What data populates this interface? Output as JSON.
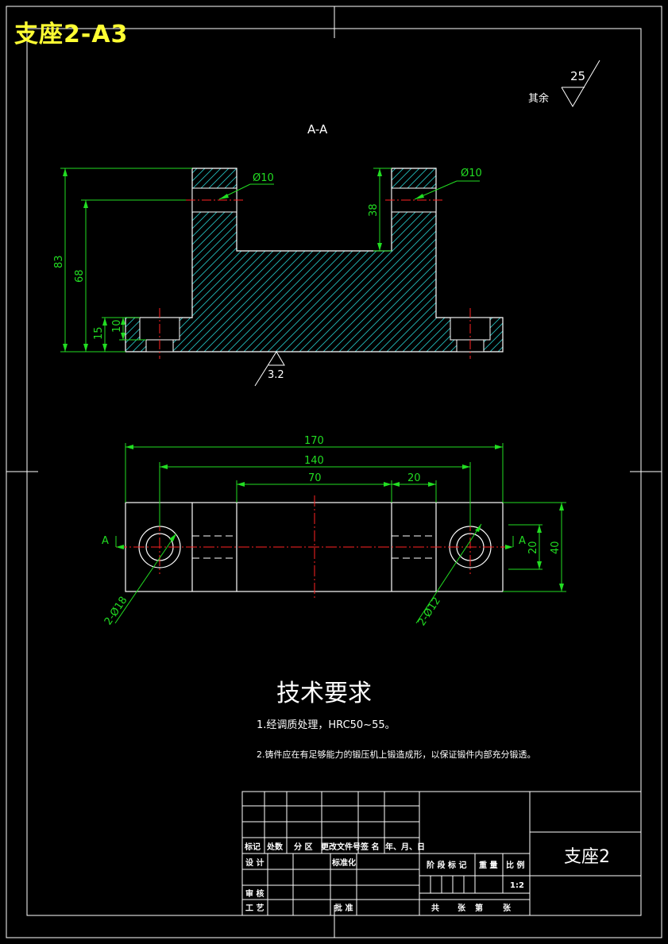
{
  "sheet_title": "支座2-A3",
  "section_label": "A-A",
  "roughness": {
    "other_label": "其余",
    "other_value": "25",
    "base_value": "3.2"
  },
  "dimensions": {
    "d83": "83",
    "d68": "68",
    "d15": "15",
    "d10": "10",
    "d38": "38",
    "hole_left": "Ø10",
    "hole_right": "Ø10",
    "d170": "170",
    "d140": "140",
    "d70": "70",
    "d20_top": "20",
    "d20_side": "20",
    "d40": "40",
    "bore_left": "2-Ø18",
    "bore_right": "2-Ø12",
    "cut_left": "A",
    "cut_right": "A"
  },
  "tech": {
    "title": "技术要求",
    "line1": "1.经调质处理，HRC50~55。",
    "line2": "2.铸件应在有足够能力的锻压机上锻造成形，以保证锻件内部充分锻透。"
  },
  "title_block": {
    "col_mark": "标记",
    "col_count": "处数",
    "col_zone": "分 区",
    "col_docno": "更改文件号",
    "col_sign": "签 名",
    "col_date": "年、月、日",
    "design": "设 计",
    "standard": "标准化",
    "review": "审 核",
    "process": "工 艺",
    "approve": "批 准",
    "stage": "阶 段 标 记",
    "weight": "重 量",
    "scale_label": "比 例",
    "scale": "1:2",
    "total": "共",
    "sheets": "张",
    "nth": "第",
    "sheet_unit": "张",
    "part_name": "支座2"
  }
}
